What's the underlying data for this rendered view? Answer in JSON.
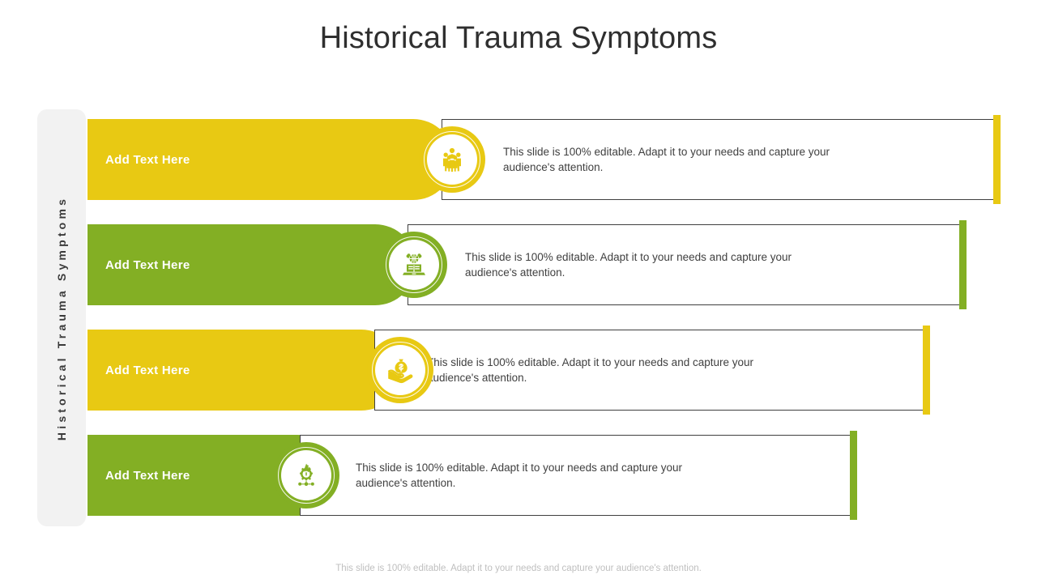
{
  "slide": {
    "title": "Historical Trauma Symptoms",
    "side_label": "Historical Trauma Symptoms",
    "footer": "This slide is 100% editable. Adapt it to your needs and capture your audience's attention."
  },
  "colors": {
    "yellow": "#E8C913",
    "green": "#83AF24",
    "title_text": "#2f2f2f",
    "body_text": "#404040",
    "panel_bg": "#f2f2f2",
    "box_border": "#3f3f3f",
    "footer_text": "#bfbfbf"
  },
  "rows": [
    {
      "label": "Add Text Here",
      "description": "This slide is 100% editable. Adapt it to your needs and capture your audience's attention.",
      "color": "#E8C913",
      "icon": "group-of-people-icon"
    },
    {
      "label": "Add Text Here",
      "description": "This slide is 100% editable. Adapt it to your needs and capture your audience's attention.",
      "color": "#83AF24",
      "icon": "laptop-e-learning-icon"
    },
    {
      "label": "Add Text Here",
      "description": "This slide is 100% editable. Adapt it to your needs and capture your audience's attention.",
      "color": "#E8C913",
      "icon": "hand-holding-money-bag-icon"
    },
    {
      "label": "Add Text Here",
      "description": "This slide is 100% editable. Adapt it to your needs and capture your audience's attention.",
      "color": "#83AF24",
      "icon": "gear-network-icon"
    }
  ]
}
